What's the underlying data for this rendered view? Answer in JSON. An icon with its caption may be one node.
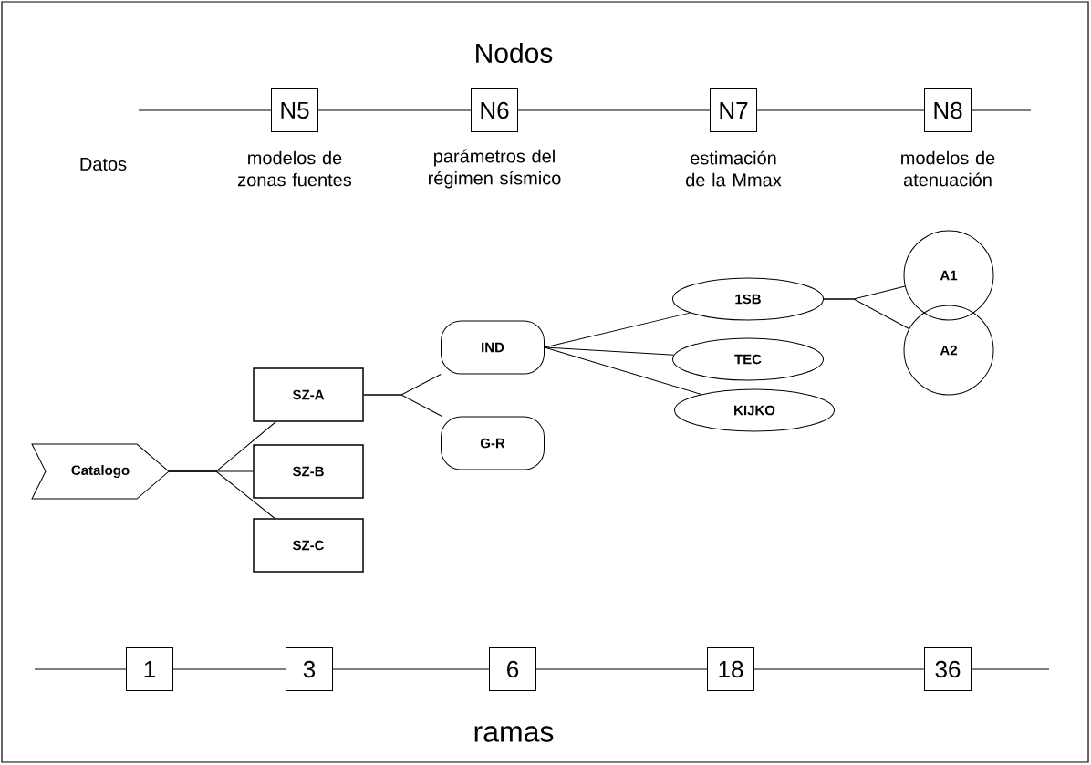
{
  "diagram": {
    "title": "Nodos",
    "nodes": [
      {
        "text": [
          "N5"
        ],
        "beside": [
          "modelos de zonas fuentes"
        ]
      },
      {
        "text": [
          "N6"
        ],
        "beside": [
          "parámetros del régimen sísmico"
        ]
      },
      {
        "text": [
          "N7"
        ],
        "beside": [
          "estimación de la Mmax"
        ]
      },
      {
        "text": [
          "N8"
        ],
        "beside": [
          "modelos de atenuación"
        ]
      },
      {
        "text": [
          "Catalogo"
        ]
      },
      {
        "text": [
          "SZ-A"
        ]
      },
      {
        "text": [
          "SZ-B"
        ]
      },
      {
        "text": [
          "SZ-C"
        ]
      },
      {
        "text": [
          "IND"
        ]
      },
      {
        "text": [
          "G-R"
        ]
      },
      {
        "text": [
          "1SB"
        ]
      },
      {
        "text": [
          "TEC"
        ]
      },
      {
        "text": [
          "KIJKO"
        ]
      },
      {
        "text": [
          "A1"
        ]
      },
      {
        "text": [
          "A2"
        ]
      },
      {
        "text": [
          "1"
        ]
      },
      {
        "text": [
          "3"
        ]
      },
      {
        "text": [
          "6"
        ]
      },
      {
        "text": [
          "18"
        ]
      },
      {
        "text": [
          "36"
        ]
      }
    ],
    "edges": [
      {
        "from": null,
        "to": 0,
        "arrow": "none"
      },
      {
        "from": 0,
        "to": 1,
        "arrow": "none"
      },
      {
        "from": 1,
        "to": 2,
        "arrow": "none"
      },
      {
        "from": 2,
        "to": 3,
        "arrow": "none"
      },
      {
        "from": 3,
        "to": null,
        "arrow": "none"
      },
      {
        "from": 4,
        "to": 5,
        "arrow": "none"
      },
      {
        "from": 4,
        "to": 6,
        "arrow": "none"
      },
      {
        "from": 4,
        "to": 7,
        "arrow": "none"
      },
      {
        "from": 5,
        "to": 8,
        "arrow": "none"
      },
      {
        "from": 5,
        "to": 9,
        "arrow": "none"
      },
      {
        "from": 8,
        "to": 10,
        "arrow": "none"
      },
      {
        "from": 8,
        "to": 11,
        "arrow": "none"
      },
      {
        "from": 8,
        "to": 12,
        "arrow": "none"
      },
      {
        "from": 10,
        "to": 13,
        "arrow": "none"
      },
      {
        "from": 10,
        "to": 14,
        "arrow": "none"
      },
      {
        "from": null,
        "to": 15,
        "arrow": "none"
      },
      {
        "from": 15,
        "to": 16,
        "arrow": "none"
      },
      {
        "from": 16,
        "to": 17,
        "arrow": "none"
      },
      {
        "from": 17,
        "to": 18,
        "arrow": "none"
      },
      {
        "from": 18,
        "to": 19,
        "arrow": "none"
      },
      {
        "from": 19,
        "to": null,
        "arrow": "none"
      }
    ],
    "labels": [
      "Datos",
      "ramas"
    ]
  }
}
